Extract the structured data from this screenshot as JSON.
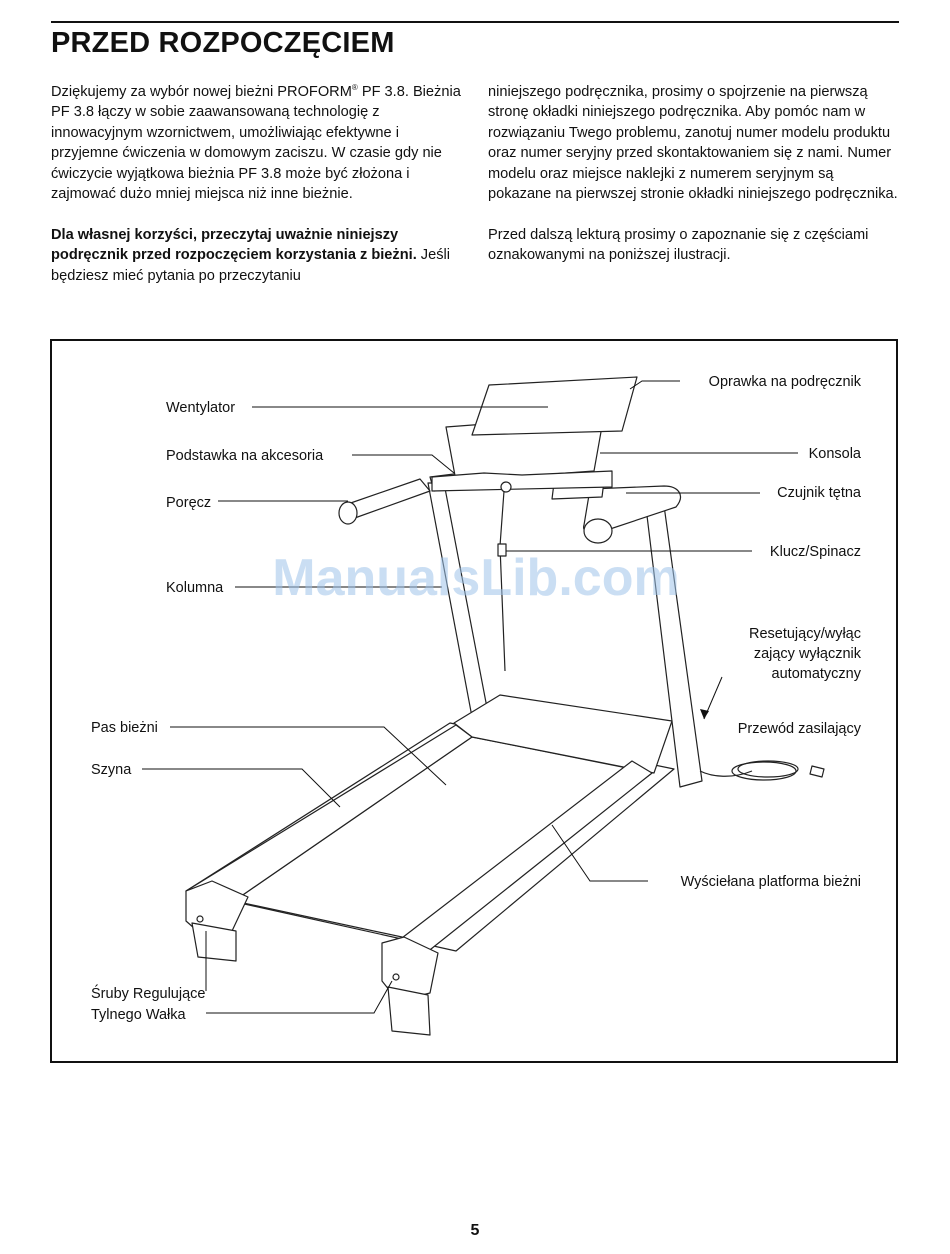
{
  "page": {
    "title": "PRZED ROZPOCZĘCIEM",
    "number": "5"
  },
  "intro": {
    "left_p1_a": "Dziękujemy za wybór nowej bieżni PROFORM",
    "registered_mark": "®",
    "left_p1_b": " PF 3.8. Bieżnia PF 3.8 łączy w sobie zaawansowaną technologię z innowacyjnym wzornictwem, umożliwiając efektywne i przyjemne ćwiczenia  w domowym zaciszu. W czasie gdy nie ćwiczycie wyjątkowa bieżnia PF 3.8 może być złożona i zajmować dużo mniej miejsca niż inne bieżnie.",
    "left_p2_bold": "Dla własnej korzyści, przeczytaj uważnie niniejszy podręcznik przed rozpoczęciem korzystania z bieżni.",
    "left_p2_rest": " Jeśli będziesz mieć pytania po przeczytaniu",
    "right_p1": "niniejszego podręcznika, prosimy o spojrzenie na pierwszą stronę okładki niniejszego podręcznika. Aby pomóc nam w rozwiązaniu Twego problemu, zanotuj numer modelu produktu oraz numer seryjny przed skontaktowaniem się z nami. Numer modelu oraz miejsce naklejki z numerem seryjnym są pokazane na pierwszej stronie okładki niniejszego podręcznika.",
    "right_p2": "Przed dalszą lekturą prosimy o zapoznanie się z częściami oznakowanymi na poniższej ilustracji."
  },
  "diagram": {
    "labels": {
      "wentylator": "Wentylator",
      "podstawka": "Podstawka na akcesoria",
      "porecz": "Poręcz",
      "kolumna": "Kolumna",
      "pas": "Pas bieżni",
      "szyna": "Szyna",
      "sruby_1": "Śruby Regulujące",
      "sruby_2": "Tylnego Wałka",
      "oprawka": "Oprawka na podręcznik",
      "konsola": "Konsola",
      "czujnik": "Czujnik tętna",
      "klucz": "Klucz/Spinacz",
      "reset_1": "Resetujący/wyłąc",
      "reset_2": "zający wyłącznik",
      "reset_3": "automatyczny",
      "przewod": "Przewód zasilający",
      "platforma": "Wyściełana platforma bieżni"
    },
    "watermark": "ManualsLib.com"
  }
}
